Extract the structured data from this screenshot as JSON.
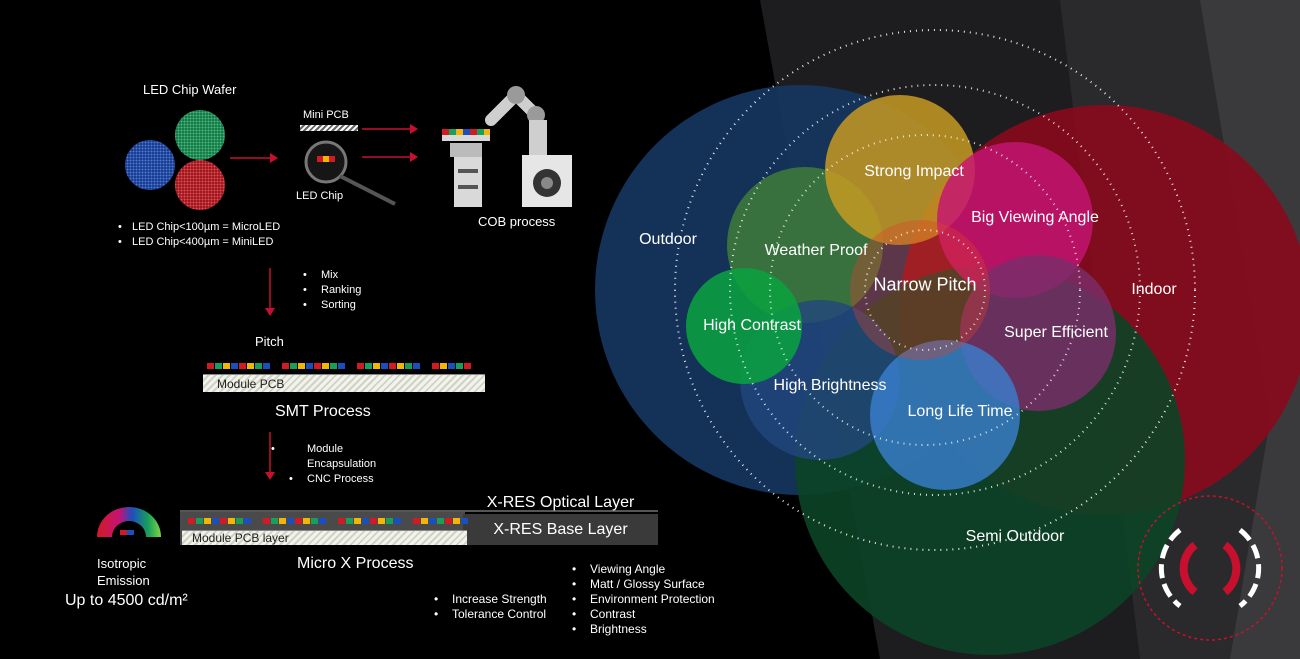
{
  "wafer": {
    "title": "LED Chip Wafer",
    "bullets": [
      "LED Chip<100µm = MicroLED",
      "LED Chip<400µm = MiniLED"
    ]
  },
  "minipcb": {
    "mini_pcb_label": "Mini PCB",
    "led_chip_label": "LED Chip"
  },
  "cob": {
    "label": "COB process"
  },
  "steps1": {
    "bullets": [
      "Mix",
      "Ranking",
      "Sorting"
    ]
  },
  "pitch": {
    "label": "Pitch"
  },
  "module_pcb": {
    "label": "Module PCB"
  },
  "smt": {
    "label": "SMT Process"
  },
  "steps2": {
    "bullets": [
      "Module Encapsulation",
      "CNC Process"
    ]
  },
  "layers": {
    "optical": "X-RES Optical Layer",
    "base": "X-RES Base Layer",
    "module_layer": "Module PCB layer"
  },
  "microx": {
    "label": "Micro X Process"
  },
  "emission": {
    "title_line1": "Isotropic",
    "title_line2": "Emission",
    "brightness": "Up to 4500 cd/m²"
  },
  "features_left": [
    "Increase Strength",
    "Tolerance Control"
  ],
  "features_right": [
    "Viewing Angle",
    "Matt / Glossy Surface",
    "Environment Protection",
    "Contrast",
    "Brightness"
  ],
  "venn": {
    "outdoor": "Outdoor",
    "indoor": "Indoor",
    "semi_outdoor": "Semi Outdoor",
    "strong_impact": "Strong Impact",
    "big_viewing_angle": "Big Viewing Angle",
    "weather_proof": "Weather Proof",
    "narrow_pitch": "Narrow Pitch",
    "high_contrast": "High Contrast",
    "super_efficient": "Super Efficient",
    "high_brightness": "High Brightness",
    "long_life_time": "Long Life Time"
  },
  "colors": {
    "outdoor": "#16355f",
    "indoor": "#8a0a1c",
    "semi_outdoor": "#0b4426",
    "strong_impact": "#c79a22",
    "big_viewing_angle": "#c41474",
    "weather_proof": "#3f7c3a",
    "high_contrast": "#0aa040",
    "super_efficient": "#7a2d6a",
    "high_brightness": "#22477d",
    "long_life_time": "#3a7fd0",
    "arrow": "#c8102e"
  }
}
